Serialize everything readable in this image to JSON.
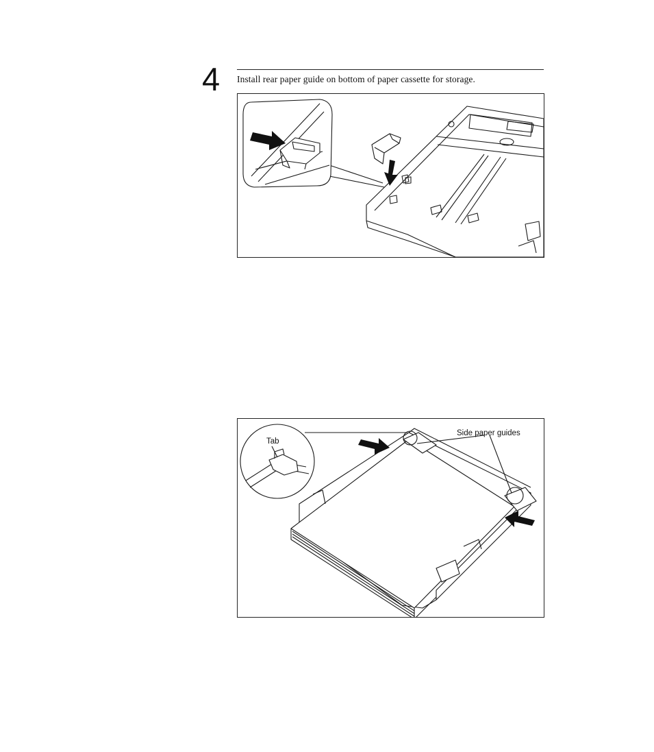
{
  "step": {
    "number": "4",
    "instruction": "Install rear paper guide on bottom of paper cassette for storage."
  },
  "figure1": {
    "icons": [
      "arrow-right-icon",
      "arrow-down-icon"
    ]
  },
  "figure2": {
    "labels": {
      "tab": "Tab",
      "side_guides": "Side paper guides"
    },
    "icons": [
      "arrow-right-icon",
      "arrow-left-icon"
    ]
  }
}
